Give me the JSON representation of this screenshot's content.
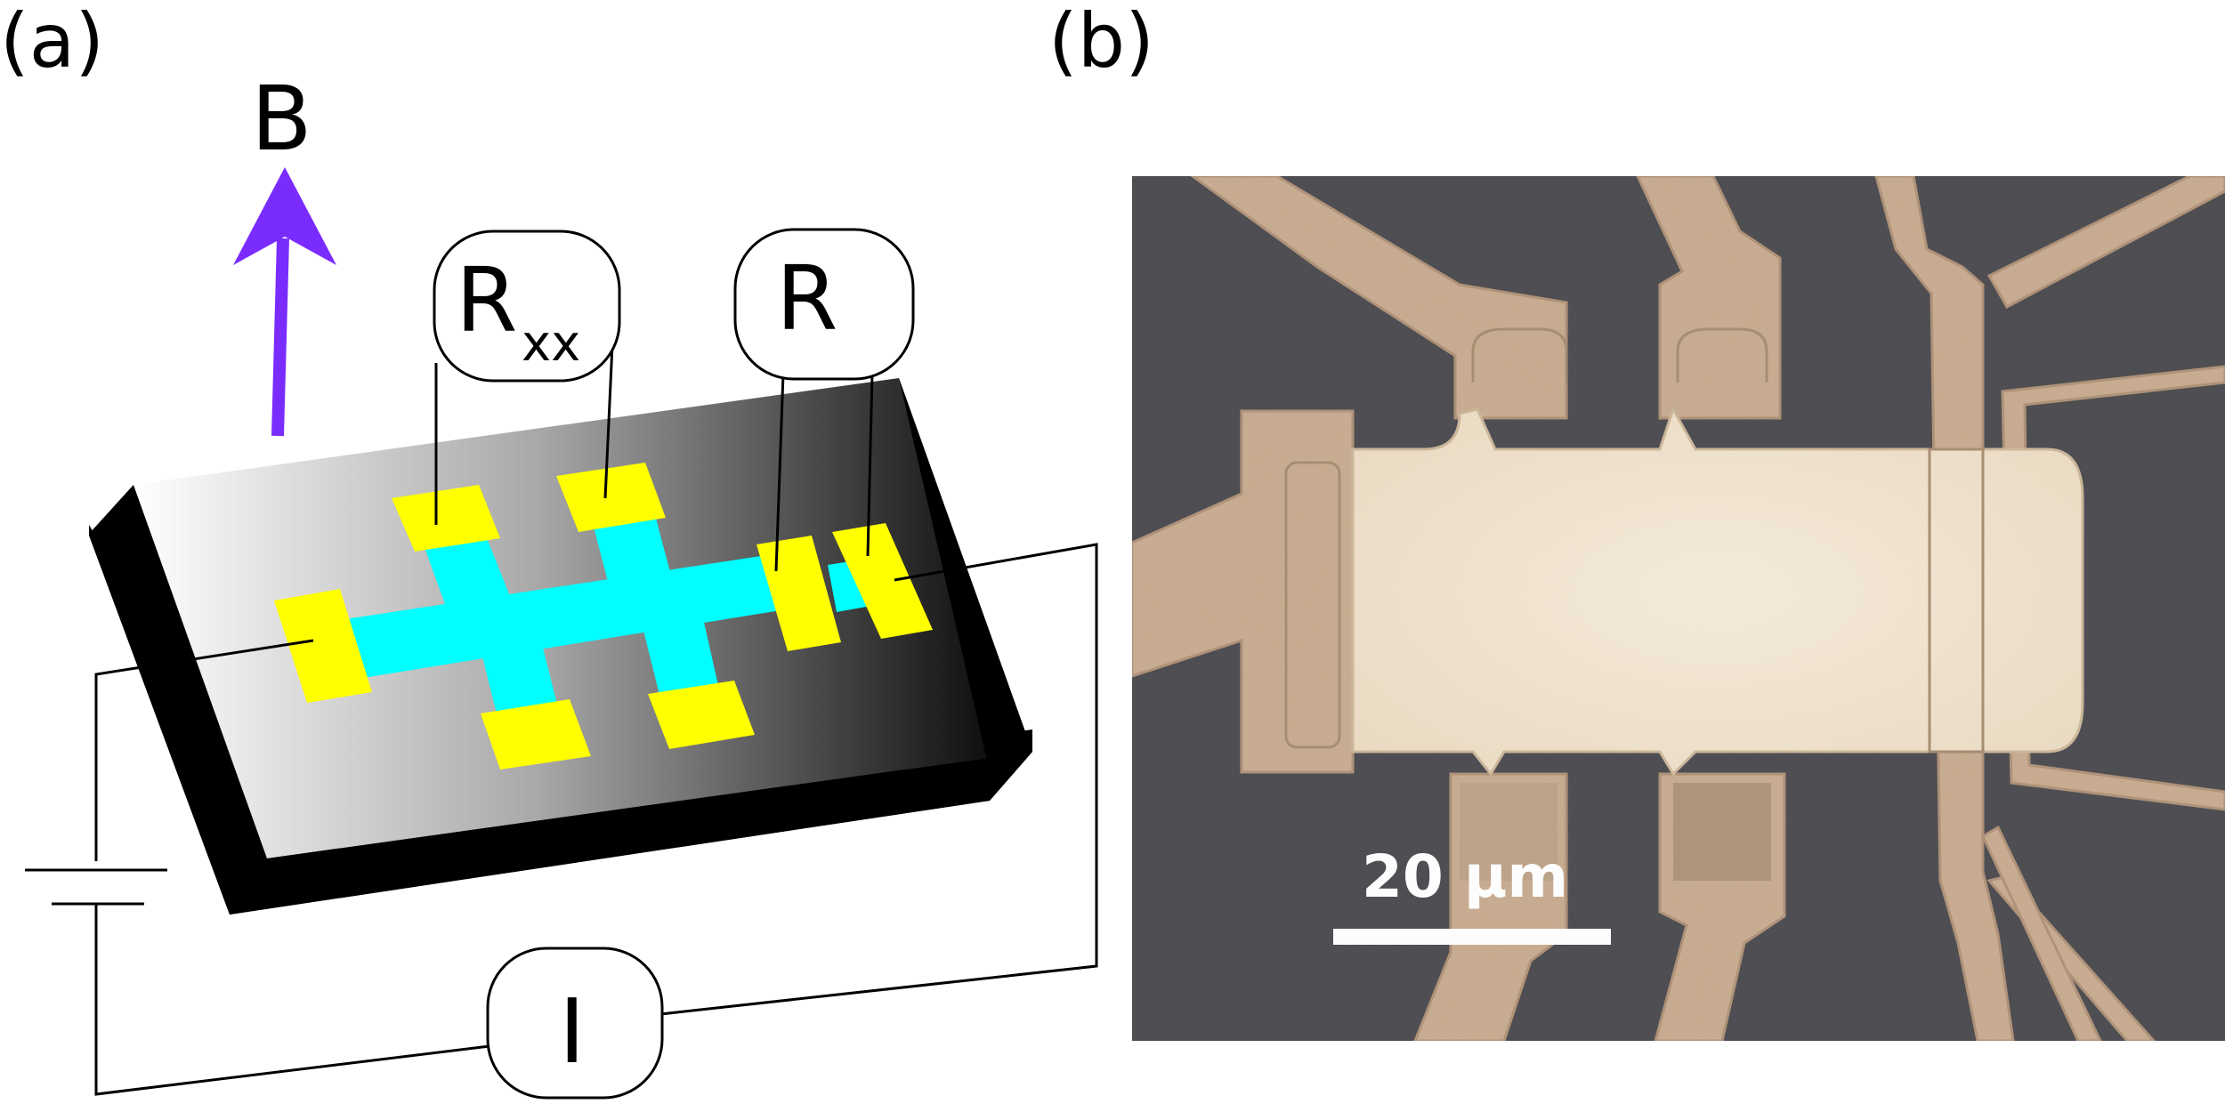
{
  "panel_a": {
    "label": "(a)",
    "field_label": "B",
    "rxx_label": "R",
    "rxx_subscript": "xx",
    "r_label": "R",
    "current_label": "I"
  },
  "panel_b": {
    "label": "(b)",
    "scale_bar_text": "20 μm"
  },
  "colors": {
    "field_arrow": "#7a2cff",
    "channel": "#00ffff",
    "contact_pad": "#ffff00",
    "substrate_edge": "#6b6b00",
    "micrograph_background": "#4f4f53",
    "metal_lead": "#c9ad92",
    "graphene_flake": "#f3e6d3"
  }
}
